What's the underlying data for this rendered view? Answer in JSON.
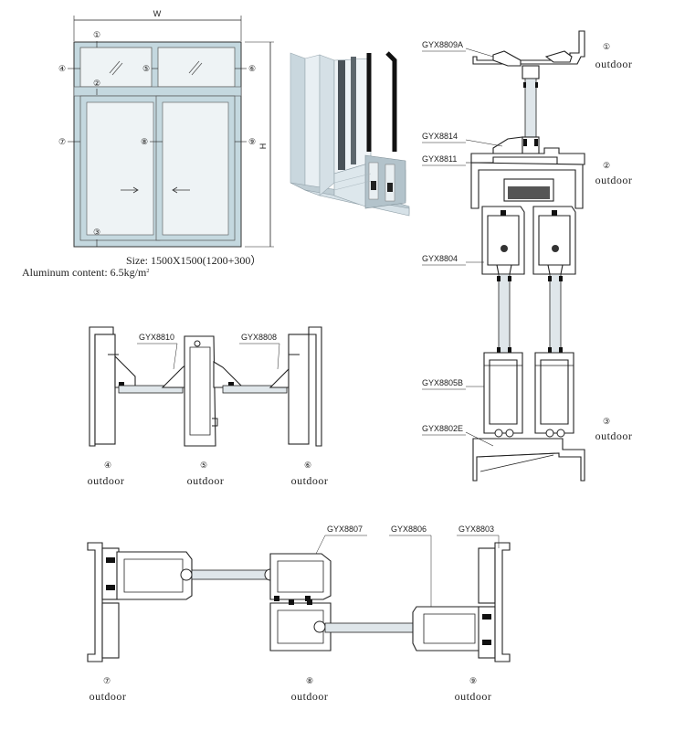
{
  "elevation": {
    "width_label": "W",
    "height_label": "H",
    "size_text": "Size: 1500X1500(1200+300）",
    "aluminum_text": "Aluminum content: 6.5kg/m",
    "aluminum_sup": "2",
    "markers": [
      "①",
      "④",
      "⑤",
      "⑥",
      "②",
      "⑦",
      "⑧",
      "⑨",
      "③"
    ]
  },
  "vertical_section": {
    "parts": [
      "GYX8809A",
      "GYX8814",
      "GYX8811",
      "GYX8804",
      "GYX8805B",
      "GYX8802E"
    ],
    "markers": [
      "①",
      "②",
      "③"
    ],
    "outdoor": [
      "outdoor",
      "outdoor",
      "outdoor"
    ]
  },
  "horizontal_top": {
    "parts": [
      "GYX8810",
      "GYX8808"
    ],
    "markers": [
      "④",
      "⑤",
      "⑥"
    ],
    "outdoor": [
      "outdoor",
      "outdoor",
      "outdoor"
    ]
  },
  "horizontal_bottom": {
    "parts": [
      "GYX8807",
      "GYX8806",
      "GYX8803"
    ],
    "markers": [
      "⑦",
      "⑧",
      "⑨"
    ],
    "outdoor": [
      "outdoor",
      "outdoor",
      "outdoor"
    ]
  },
  "colors": {
    "frame": "#b9d1da",
    "glass": "#e7eef1",
    "line": "#222222",
    "alu": "#d8e4ea"
  }
}
